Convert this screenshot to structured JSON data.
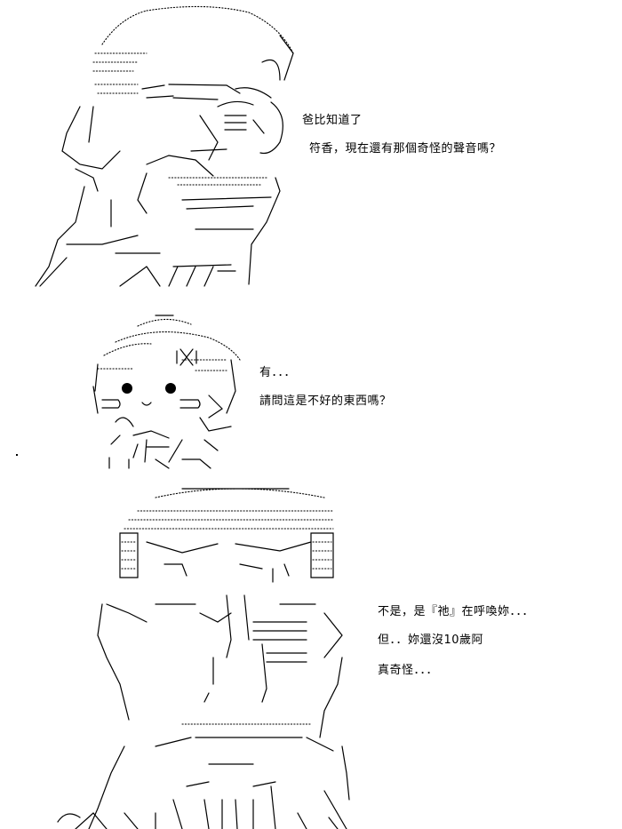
{
  "panels": [
    {
      "figure": "bald-man-art",
      "lines": [
        "爸比知道了",
        "符香，現在還有那個奇怪的聲音嗎？"
      ]
    },
    {
      "figure": "child-art",
      "lines": [
        "有．．．",
        "請問這是不好的東西嗎？"
      ]
    },
    {
      "figure": "grim-man-art",
      "lines": [
        "不是，是『祂』在呼喚妳．．．",
        "但．．妳還沒10歲阿",
        "真奇怪．．．"
      ]
    }
  ]
}
